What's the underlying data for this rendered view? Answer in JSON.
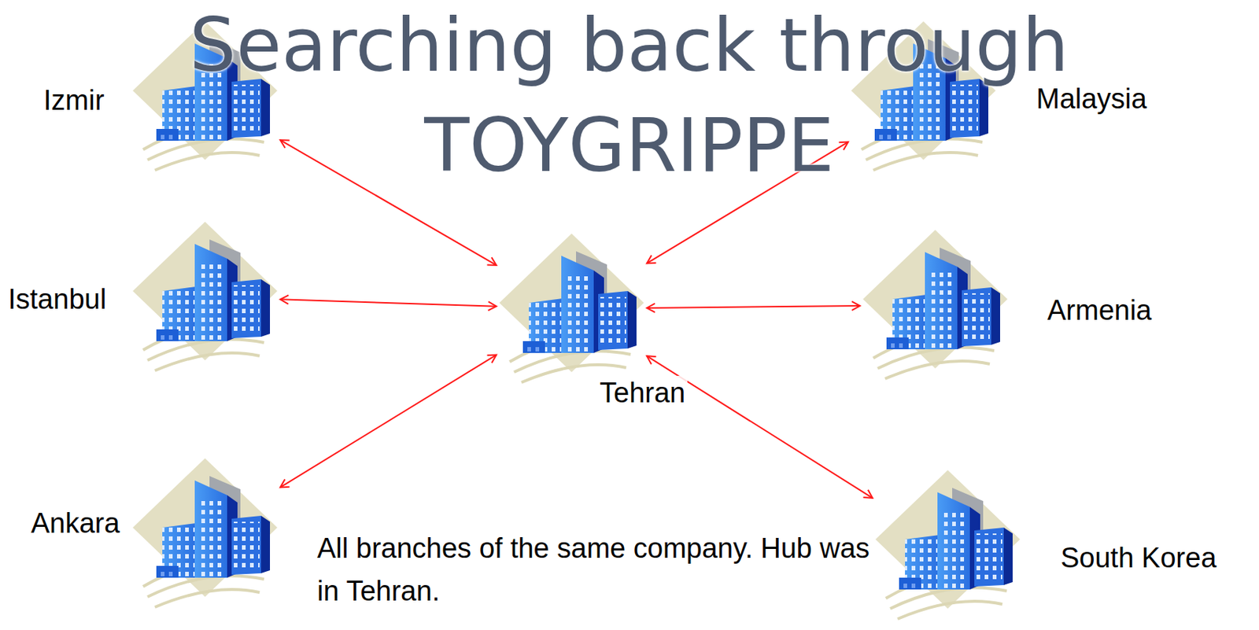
{
  "diagram": {
    "title": "Searching back through TOYGRIPPE",
    "nodes": [
      {
        "text": [
          "Izmir"
        ]
      },
      {
        "text": [
          "Malaysia"
        ]
      },
      {
        "text": [
          "Istanbul"
        ]
      },
      {
        "text": [
          "Tehran"
        ]
      },
      {
        "text": [
          "Armenia"
        ]
      },
      {
        "text": [
          "Ankara"
        ]
      },
      {
        "text": [
          "South Korea"
        ]
      }
    ],
    "edges": [
      {
        "from": 3,
        "to": 0,
        "arrow": "both"
      },
      {
        "from": 3,
        "to": 1,
        "arrow": "both"
      },
      {
        "from": 3,
        "to": 2,
        "arrow": "both"
      },
      {
        "from": 3,
        "to": 4,
        "arrow": "both"
      },
      {
        "from": 3,
        "to": 5,
        "arrow": "both"
      },
      {
        "from": 3,
        "to": 6,
        "arrow": "both"
      }
    ],
    "labels": [
      "All branches of the same company. Hub was in Tehran."
    ]
  }
}
